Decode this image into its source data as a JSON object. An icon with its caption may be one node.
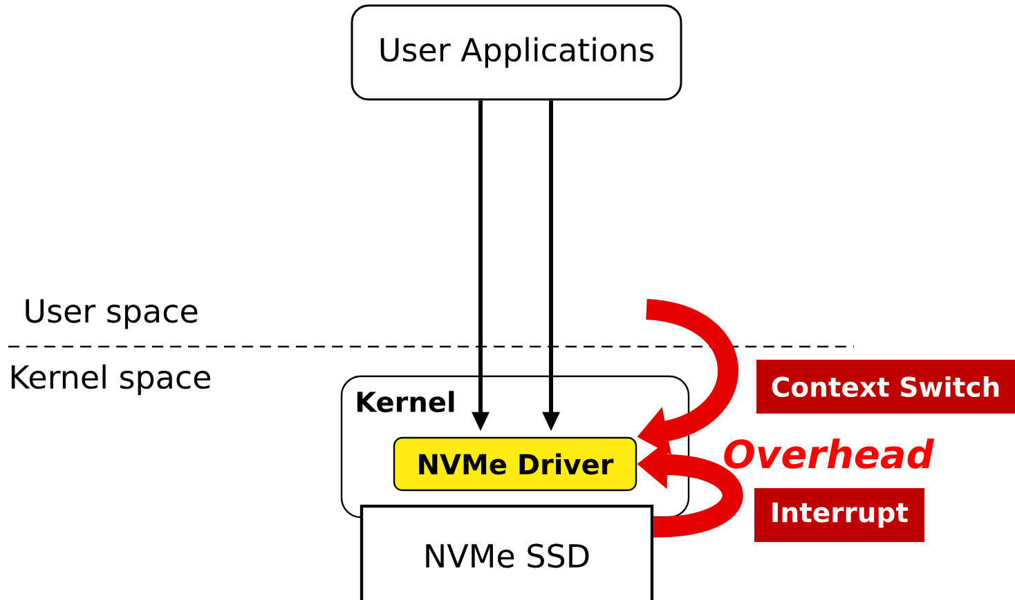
{
  "diagram": {
    "nodes": [
      {
        "text": [
          "User Applications"
        ]
      },
      {
        "text": [
          "Kernel"
        ]
      },
      {
        "text": [
          "NVMe Driver"
        ],
        "in": 1
      },
      {
        "text": [
          "NVMe SSD"
        ]
      },
      {
        "text": [
          "Context Switch"
        ]
      },
      {
        "text": [
          "Interrupt"
        ]
      }
    ],
    "edges": [
      {
        "from": 0,
        "to": 2,
        "arrow": "to"
      },
      {
        "from": 0,
        "to": 2,
        "arrow": "to"
      },
      {
        "from": null,
        "to": 2,
        "arrow": "to",
        "style": "thick",
        "color": "#e60000"
      },
      {
        "from": 3,
        "to": 2,
        "arrow": "to",
        "style": "thick",
        "color": "#e60000"
      }
    ],
    "labels": [
      "User space",
      "Kernel space",
      "Overhead"
    ]
  }
}
